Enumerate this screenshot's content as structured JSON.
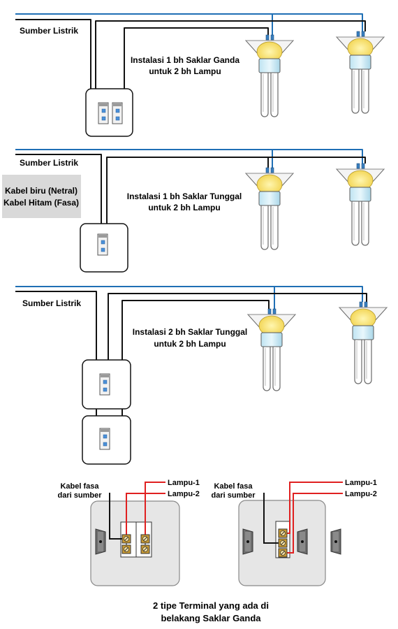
{
  "section1": {
    "source_label": "Sumber Listrik",
    "title_line1": "Instalasi 1 bh Saklar Ganda",
    "title_line2": "untuk 2 bh Lampu"
  },
  "section2": {
    "source_label": "Sumber Listrik",
    "title_line1": "Instalasi 1 bh Saklar Tunggal",
    "title_line2": "untuk 2 bh Lampu"
  },
  "section3": {
    "source_label": "Sumber Listrik",
    "title_line1": "Instalasi 2 bh Saklar Tunggal",
    "title_line2": "untuk 2 bh Lampu"
  },
  "legend": {
    "line1": "Kabel biru (Netral)",
    "line2": "Kabel Hitam (Fasa)"
  },
  "terminals": {
    "left": {
      "fasa_line1": "Kabel  fasa",
      "fasa_line2": "dari sumber",
      "lamp1": "Lampu-1",
      "lamp2": "Lampu-2"
    },
    "right": {
      "fasa_line1": "Kabel  fasa",
      "fasa_line2": "dari sumber",
      "lamp1": "Lampu-1",
      "lamp2": "Lampu-2"
    },
    "caption_line1": "2 tipe Terminal yang ada di",
    "caption_line2": "belakang Saklar Ganda"
  },
  "colors": {
    "neutral_wire": "#1f6fb5",
    "phase_wire": "#111111",
    "lamp_wire": "#e02020",
    "legend_bg": "#d9d9d9",
    "plate": "#e6e6e6"
  }
}
